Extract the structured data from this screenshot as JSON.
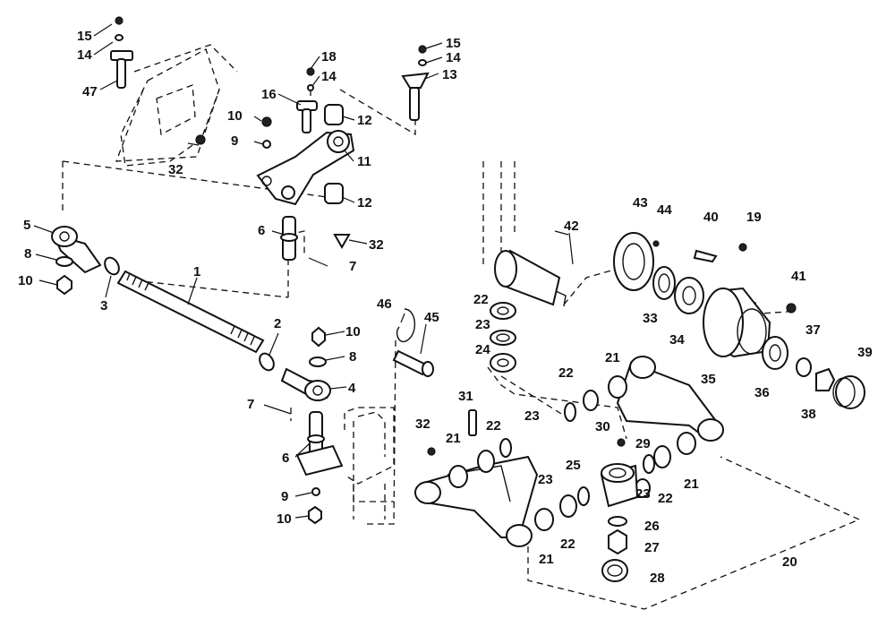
{
  "diagram": {
    "labels": [
      "1",
      "2",
      "3",
      "4",
      "5",
      "6",
      "7",
      "8",
      "9",
      "10",
      "11",
      "12",
      "13",
      "14",
      "15",
      "16",
      "18",
      "19",
      "20",
      "21",
      "22",
      "23",
      "24",
      "25",
      "26",
      "27",
      "28",
      "29",
      "30",
      "31",
      "32",
      "33",
      "34",
      "35",
      "36",
      "37",
      "38",
      "39",
      "40",
      "41",
      "42",
      "43",
      "44",
      "45",
      "46",
      "47"
    ]
  }
}
